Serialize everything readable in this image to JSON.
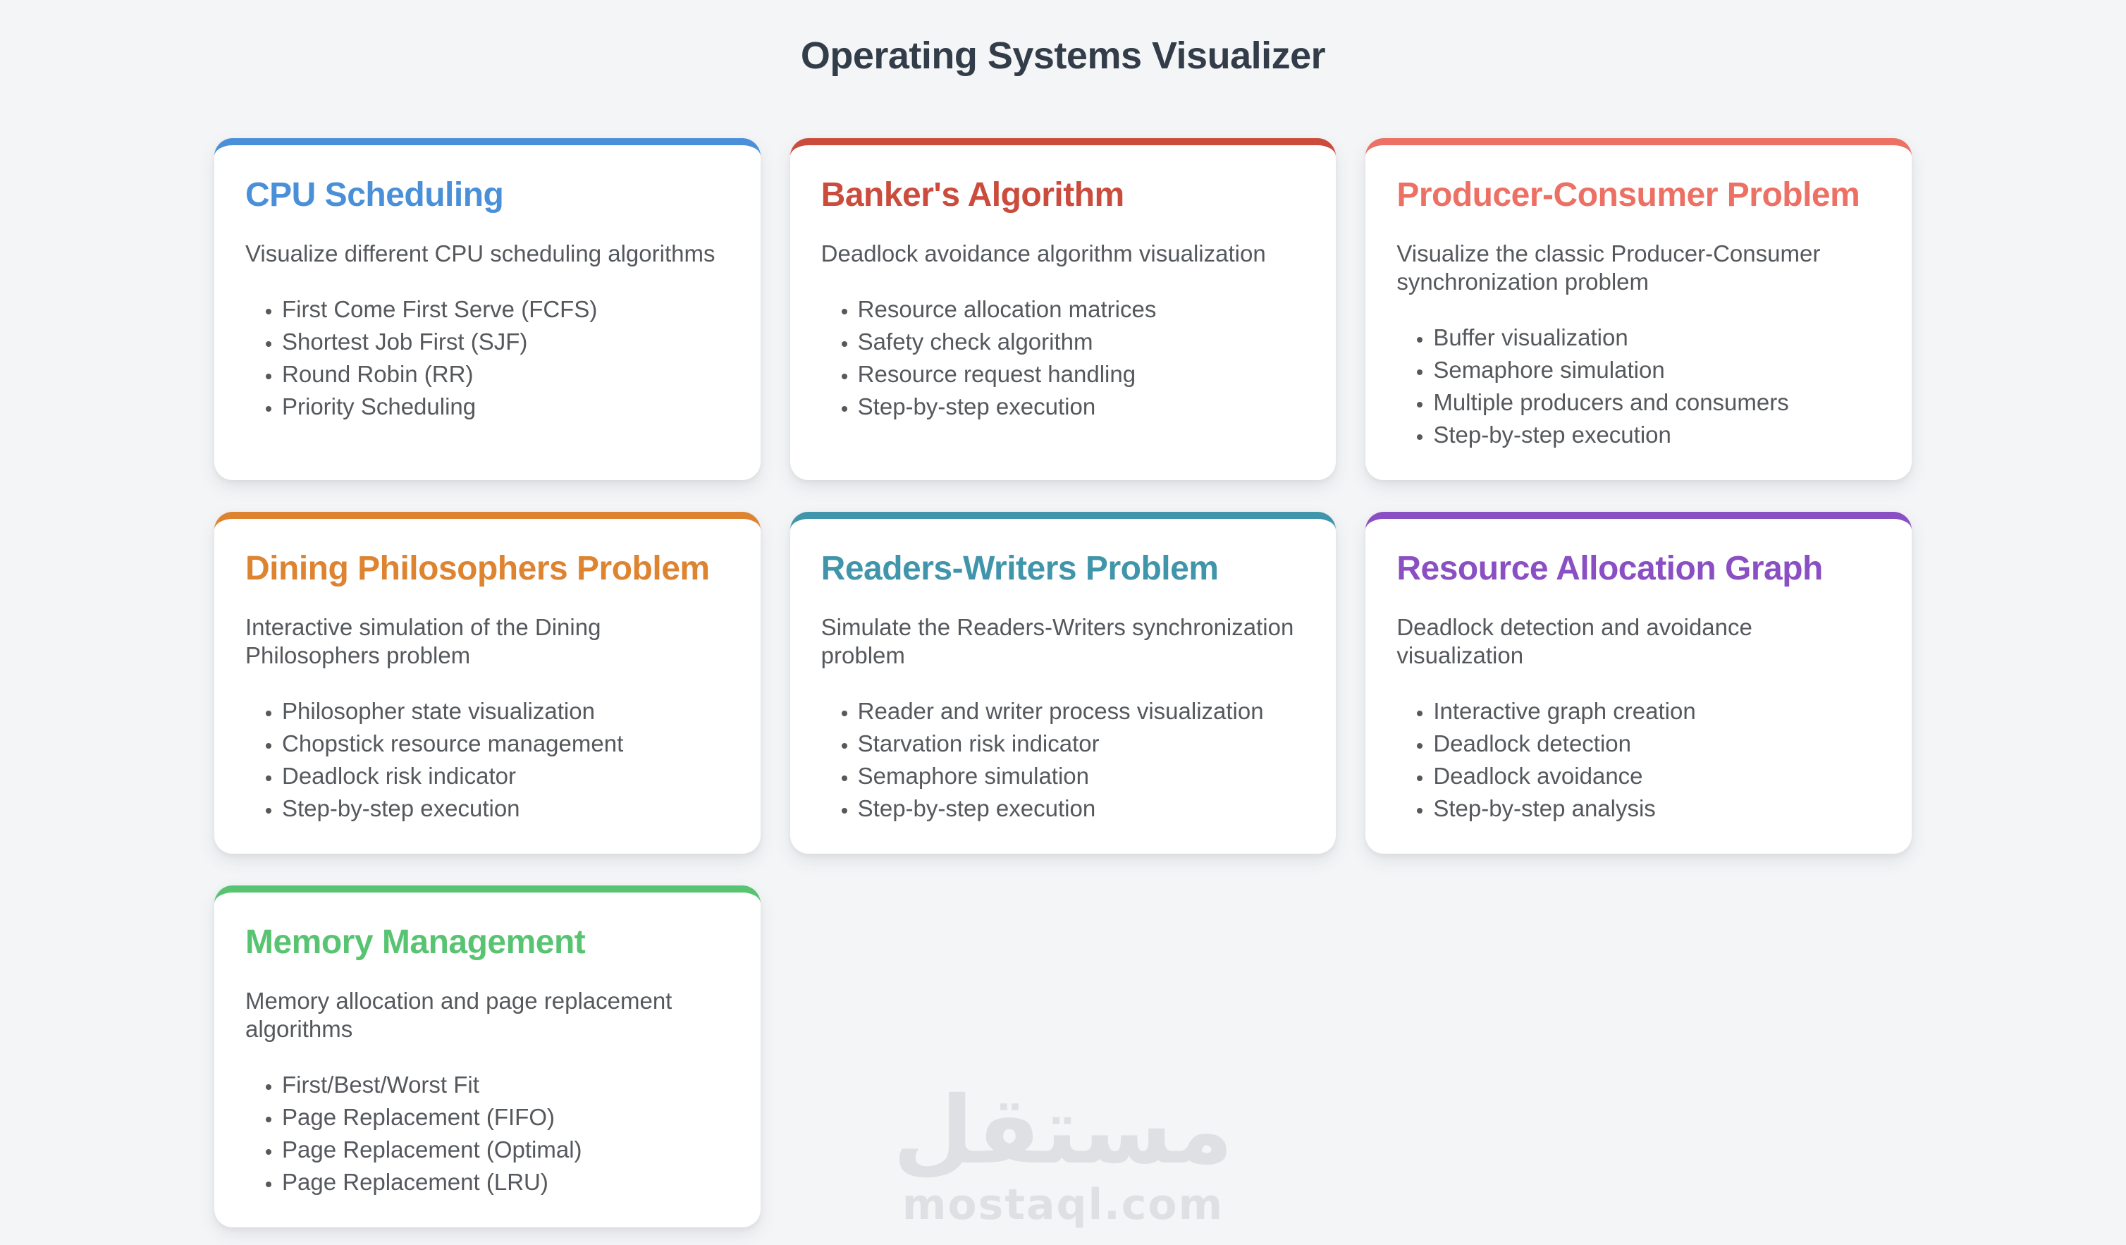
{
  "page": {
    "title": "Operating Systems Visualizer",
    "background_color": "#f4f5f7",
    "title_color": "#333d49"
  },
  "watermark": {
    "arabic": "مستقل",
    "domain": "mostaql.com"
  },
  "cards": [
    {
      "title": "CPU Scheduling",
      "color": "#4a90d9",
      "description": "Visualize different CPU scheduling algorithms",
      "features": [
        "First Come First Serve (FCFS)",
        "Shortest Job First (SJF)",
        "Round Robin (RR)",
        "Priority Scheduling"
      ]
    },
    {
      "title": "Banker's Algorithm",
      "color": "#cb4b3c",
      "description": "Deadlock avoidance algorithm visualization",
      "features": [
        "Resource allocation matrices",
        "Safety check algorithm",
        "Resource request handling",
        "Step-by-step execution"
      ]
    },
    {
      "title": "Producer-Consumer Problem",
      "color": "#ec7063",
      "description": "Visualize the classic Producer-Consumer synchronization problem",
      "features": [
        "Buffer visualization",
        "Semaphore simulation",
        "Multiple producers and consumers",
        "Step-by-step execution"
      ]
    },
    {
      "title": "Dining Philosophers Problem",
      "color": "#de8430",
      "description": "Interactive simulation of the Dining Philosophers problem",
      "features": [
        "Philosopher state visualization",
        "Chopstick resource management",
        "Deadlock risk indicator",
        "Step-by-step execution"
      ]
    },
    {
      "title": "Readers-Writers Problem",
      "color": "#4095ab",
      "description": "Simulate the Readers-Writers synchronization problem",
      "features": [
        "Reader and writer process visualization",
        "Starvation risk indicator",
        "Semaphore simulation",
        "Step-by-step execution"
      ]
    },
    {
      "title": "Resource Allocation Graph",
      "color": "#8b4fc4",
      "description": "Deadlock detection and avoidance visualization",
      "features": [
        "Interactive graph creation",
        "Deadlock detection",
        "Deadlock avoidance",
        "Step-by-step analysis"
      ]
    },
    {
      "title": "Memory Management",
      "color": "#58c472",
      "description": "Memory allocation and page replacement algorithms",
      "features": [
        "First/Best/Worst Fit",
        "Page Replacement (FIFO)",
        "Page Replacement (Optimal)",
        "Page Replacement (LRU)"
      ]
    }
  ]
}
